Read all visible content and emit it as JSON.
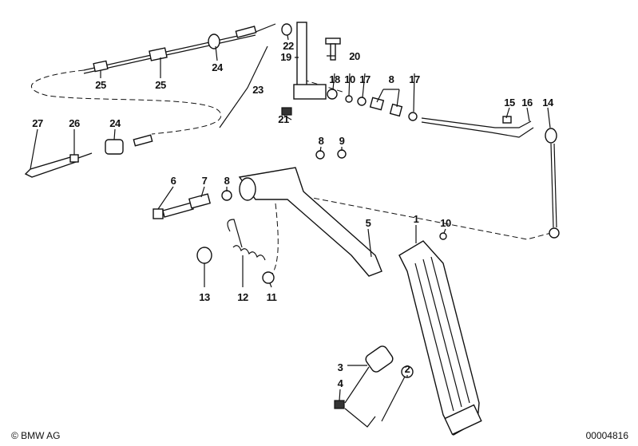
{
  "diagram": {
    "labels": [
      "25",
      "25",
      "24",
      "23",
      "22",
      "19",
      "20",
      "18",
      "10",
      "17",
      "8",
      "17",
      "15",
      "16",
      "14",
      "21",
      "27",
      "26",
      "24",
      "8",
      "9",
      "6",
      "7",
      "8",
      "5",
      "1",
      "10",
      "13",
      "12",
      "11",
      "3",
      "2",
      "4"
    ]
  },
  "footer": {
    "copyright": "© BMW AG",
    "diagram_number": "00004816"
  }
}
